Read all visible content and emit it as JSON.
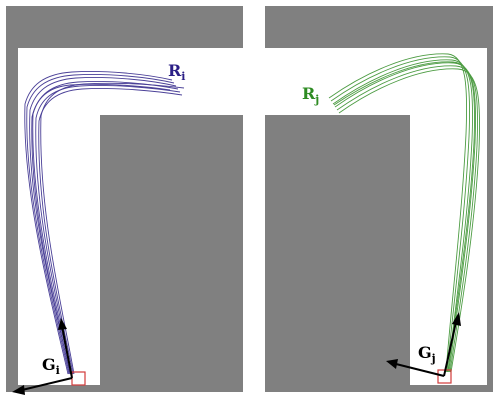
{
  "colors": {
    "background": "#ffffff",
    "wall": "#808080",
    "free_space": "#ffffff",
    "left_trajectory": "#2b1f86",
    "right_trajectory": "#2e8b23",
    "goal_marker": "#d23a3a",
    "arrow": "#000000"
  },
  "left_panel": {
    "robot_label": {
      "main": "R",
      "sub": "i"
    },
    "goal_label": {
      "main": "G",
      "sub": "i"
    }
  },
  "right_panel": {
    "robot_label": {
      "main": "R",
      "sub": "j"
    },
    "goal_label": {
      "main": "G",
      "sub": "j"
    }
  },
  "icons": [
    "coordinate-frame-arrow",
    "goal-square-marker"
  ]
}
